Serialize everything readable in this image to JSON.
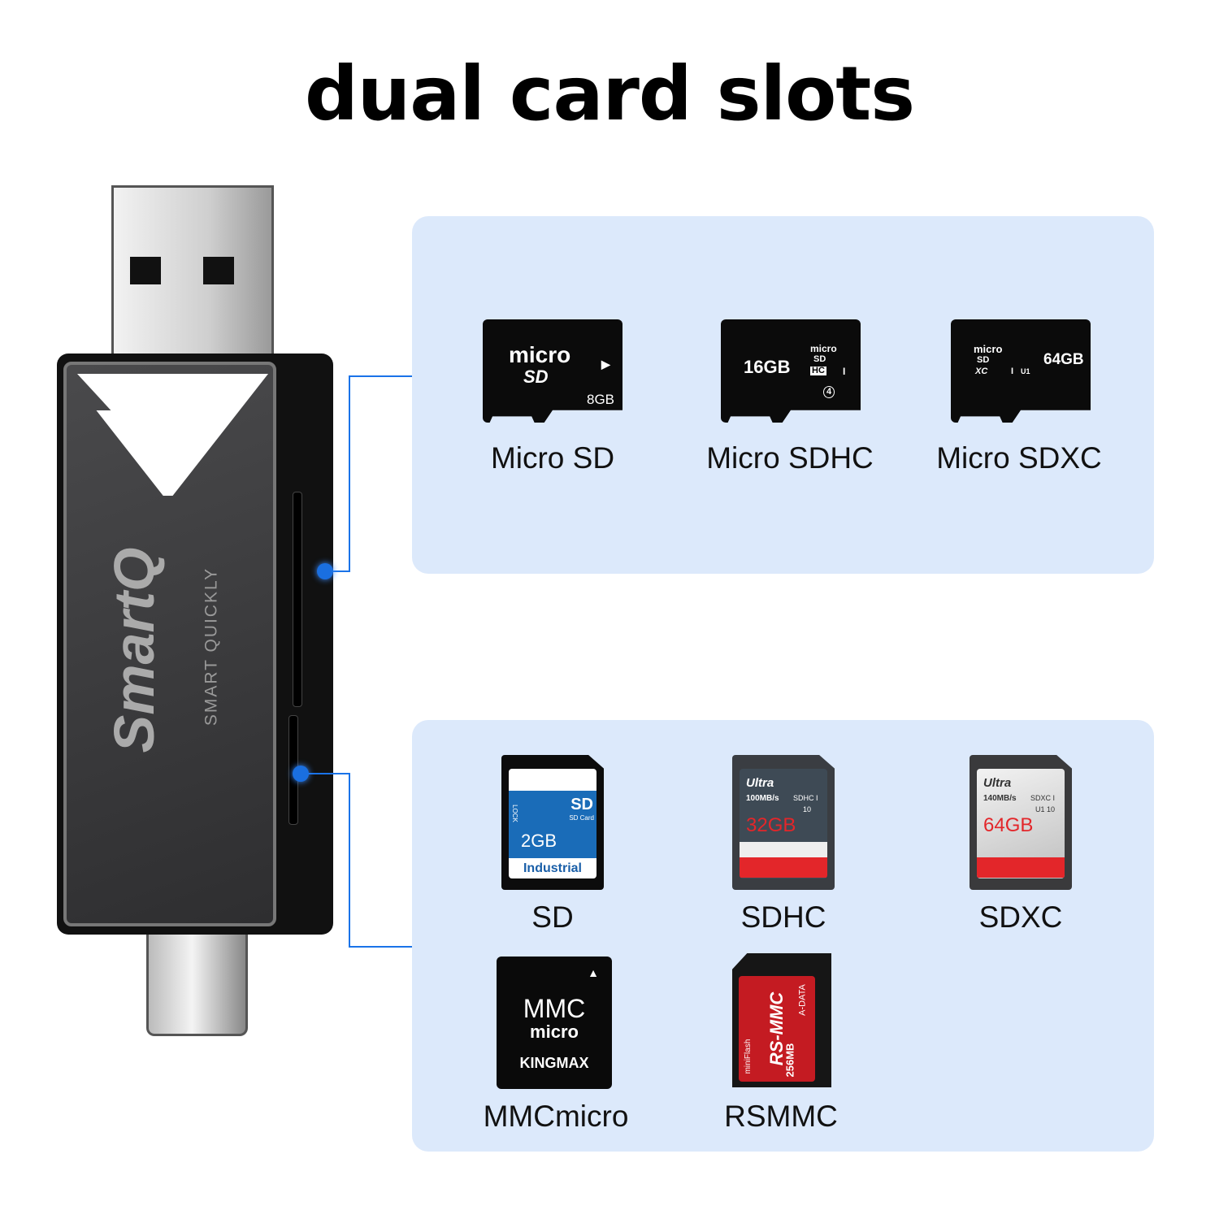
{
  "title": "dual card slots",
  "device": {
    "brand": "SmartQ",
    "tagline": "SMART QUICKLY"
  },
  "colors": {
    "panel": "#dce9fb",
    "connector": "#1a73e8",
    "device_body": "#3a3a3c"
  },
  "top_panel": {
    "cards": [
      {
        "label": "Micro SD",
        "printed": [
          "micro",
          "SD",
          "8GB"
        ]
      },
      {
        "label": "Micro SDHC",
        "printed": [
          "16GB",
          "micro",
          "SD",
          "HC",
          "I",
          "4"
        ]
      },
      {
        "label": "Micro SDXC",
        "printed": [
          "micro",
          "SD",
          "XC",
          "I",
          "U1",
          "64GB"
        ]
      }
    ]
  },
  "bottom_panel": {
    "cards": [
      {
        "label": "SD",
        "printed": [
          "SD",
          "SD Card",
          "2GB",
          "Industrial",
          "LOCK"
        ]
      },
      {
        "label": "SDHC",
        "printed": [
          "Ultra",
          "100MB/s",
          "SDHC I",
          "10",
          "32GB"
        ]
      },
      {
        "label": "SDXC",
        "printed": [
          "Ultra",
          "140MB/s",
          "SDXC I",
          "U1 10",
          "64GB"
        ]
      },
      {
        "label": "MMCmicro",
        "printed": [
          "MMC",
          "micro",
          "KINGMAX"
        ]
      },
      {
        "label": "RSMMC",
        "printed": [
          "RS-MMC",
          "256MB",
          "A-DATA",
          "miniFlash"
        ]
      }
    ]
  }
}
